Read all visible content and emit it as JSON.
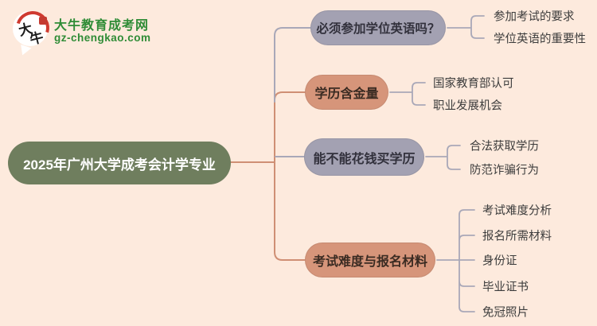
{
  "logo": {
    "bubble_char_1": "大",
    "bubble_char_2": "牛",
    "title": "大牛教育成考网",
    "domain": "gz-chengkao.com"
  },
  "root": {
    "label": "2025年广州大学成考会计学专业"
  },
  "branches": [
    {
      "label": "必须参加学位英语吗？",
      "color": "#a3a1b2",
      "children": [
        "参加考试的要求",
        "学位英语的重要性"
      ]
    },
    {
      "label": "学历含金量",
      "color": "#d6957a",
      "children": [
        "国家教育部认可",
        "职业发展机会"
      ]
    },
    {
      "label": "能不能花钱买学历",
      "color": "#a3a1b2",
      "children": [
        "合法获取学历",
        "防范诈骗行为"
      ]
    },
    {
      "label": "考试难度与报名材料",
      "color": "#d6957a",
      "children": [
        "考试难度分析",
        "报名所需材料",
        "身份证",
        "毕业证书",
        "免冠照片"
      ]
    }
  ],
  "colors": {
    "background": "#fdeadd",
    "root_fill": "#6f7e5e",
    "purple_fill": "#a3a1b2",
    "salmon_fill": "#d6957a",
    "purple_line": "#a9a8b8",
    "salmon_line": "#cf8f74",
    "logo_green": "#2f8c36",
    "logo_red": "#cf3a30",
    "text_dark": "#3c3c3c"
  }
}
